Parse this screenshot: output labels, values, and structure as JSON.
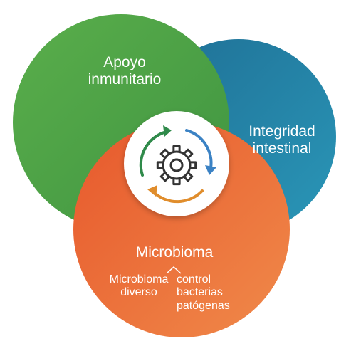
{
  "diagram": {
    "circles": [
      {
        "key": "immune",
        "color": "#4a9e45",
        "lines": [
          "Apoyo",
          "inmunitario"
        ]
      },
      {
        "key": "intestinal",
        "color": "#2387a8",
        "lines": [
          "Integridad",
          "intestinal"
        ]
      },
      {
        "key": "microbiome",
        "color": "#ea6a33",
        "title": "Microbioma"
      }
    ],
    "microbiome_branches": {
      "left": [
        "Microbioma",
        "diverso"
      ],
      "right": [
        "control",
        "bacterias",
        "patógenas"
      ]
    },
    "center": {
      "icon": "gear-icon",
      "cycle_arrows": [
        {
          "color": "#2f8a4a",
          "name": "green-cycle-arrow"
        },
        {
          "color": "#3b82c4",
          "name": "blue-cycle-arrow"
        },
        {
          "color": "#e08d2c",
          "name": "orange-cycle-arrow"
        }
      ],
      "gear_color": "#333333"
    }
  }
}
